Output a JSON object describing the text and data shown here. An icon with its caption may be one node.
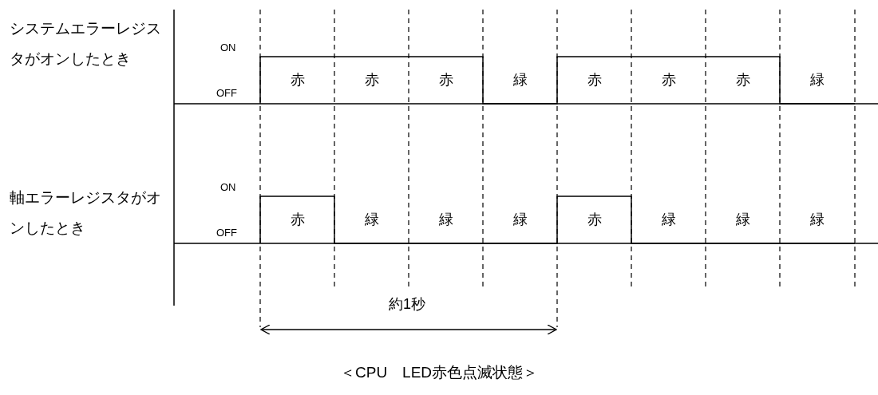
{
  "diagram": {
    "caption": "＜CPU　LED赤色点滅状態＞",
    "labels": [
      "システムエラーレジスタがオンしたとき",
      "ON",
      "OFF",
      "赤",
      "赤",
      "赤",
      "緑",
      "赤",
      "赤",
      "赤",
      "緑",
      "軸エラーレジスタがオンしたとき",
      "ON",
      "OFF",
      "赤",
      "緑",
      "緑",
      "緑",
      "赤",
      "緑",
      "緑",
      "緑",
      "約1秒"
    ]
  }
}
